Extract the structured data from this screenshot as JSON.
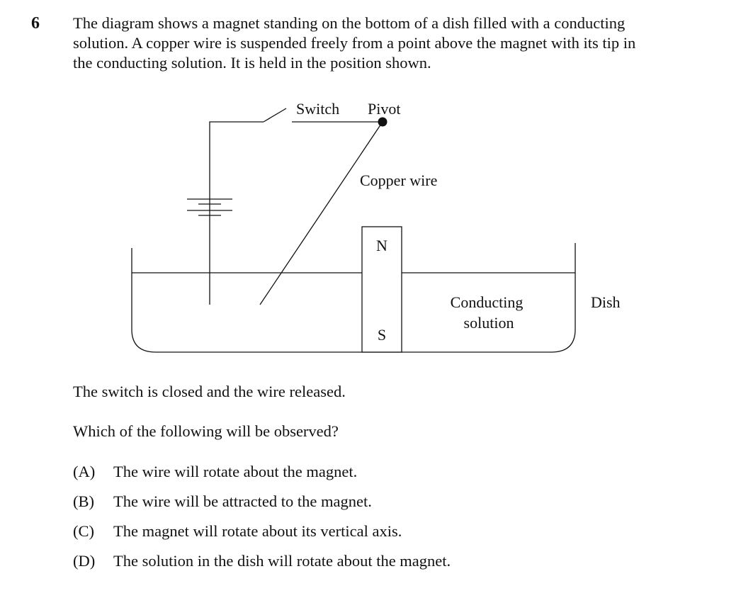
{
  "question": {
    "number": "6",
    "stem_lines": [
      "The diagram shows a magnet standing on the bottom of a dish filled with a conducting",
      "solution. A copper wire is suspended freely from a point above the magnet with its tip in",
      "the conducting solution. It is held in the position shown."
    ],
    "after_diagram": "The switch is closed and the wire released.",
    "prompt": "Which of the following will be observed?"
  },
  "diagram": {
    "labels": {
      "switch": "Switch",
      "pivot": "Pivot",
      "copper_wire": "Copper wire",
      "north_pole": "N",
      "south_pole": "S",
      "conducting_solution_line1": "Conducting",
      "conducting_solution_line2": "solution",
      "dish": "Dish"
    }
  },
  "options": [
    {
      "letter": "(A)",
      "text": "The wire will rotate about the magnet."
    },
    {
      "letter": "(B)",
      "text": "The wire will be attracted to the magnet."
    },
    {
      "letter": "(C)",
      "text": "The magnet will rotate about its vertical axis."
    },
    {
      "letter": "(D)",
      "text": "The solution in the dish will rotate about the magnet."
    }
  ]
}
